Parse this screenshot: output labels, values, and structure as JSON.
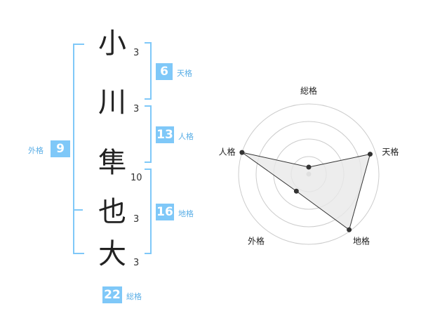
{
  "name": {
    "chars": [
      {
        "char": "小",
        "strokes": "3"
      },
      {
        "char": "川",
        "strokes": "3"
      },
      {
        "char": "隼",
        "strokes": "10"
      },
      {
        "char": "也",
        "strokes": "3"
      },
      {
        "char": "大",
        "strokes": "3"
      }
    ]
  },
  "fortunes": {
    "tenkaku": {
      "value": "6",
      "label": "天格"
    },
    "jinkaku": {
      "value": "13",
      "label": "人格"
    },
    "chikaku": {
      "value": "16",
      "label": "地格"
    },
    "gaikaku": {
      "value": "9",
      "label": "外格"
    },
    "soukaku": {
      "value": "22",
      "label": "総格"
    }
  },
  "chart_data": {
    "type": "radar",
    "axes": [
      "総格",
      "天格",
      "地格",
      "外格",
      "人格"
    ],
    "values": [
      0.1,
      0.92,
      0.98,
      0.3,
      1.0
    ],
    "range": [
      0,
      1
    ],
    "rings": 4,
    "colors": {
      "ring": "#cccccc",
      "fill": "#e9e9e9",
      "line": "#333333",
      "point": "#333333"
    }
  }
}
